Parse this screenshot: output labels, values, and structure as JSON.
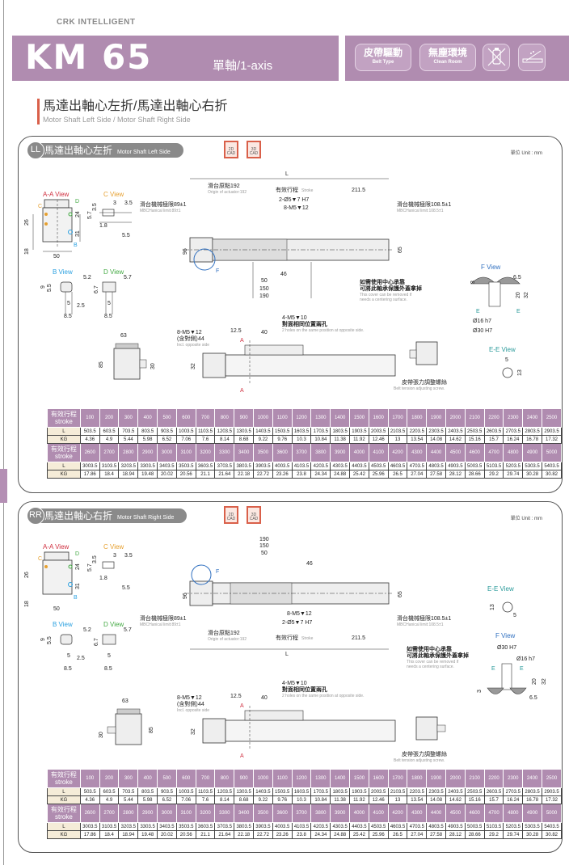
{
  "brand": "CRK INTELLIGENT",
  "header": {
    "model": "KM 65",
    "axis": "單軸/1-axis",
    "badges": [
      {
        "zh": "皮帶驅動",
        "en": "Belt Type"
      },
      {
        "zh": "無塵環境",
        "en": "Clean Room"
      },
      {
        "icon": "no-lubrication-icon"
      },
      {
        "icon": "horizontal-mount-icon"
      }
    ]
  },
  "section": {
    "title_zh": "馬達出軸心左折/馬達出軸心右折",
    "title_en": "Motor Shaft Left Side / Motor Shaft Right Side"
  },
  "panels": [
    {
      "code": "LL",
      "title_zh": "馬達出軸心左折",
      "title_en": "Motor Shaft Left Side",
      "cad": [
        "2D CAD",
        "3D CAD"
      ],
      "unit": "單位 Unit : mm"
    },
    {
      "code": "RR",
      "title_zh": "馬達出軸心右折",
      "title_en": "Motor Shaft Right Side",
      "cad": [
        "2D CAD",
        "3D CAD"
      ],
      "unit": "單位 Unit : mm"
    }
  ],
  "drawing": {
    "aa_view": "A-A View",
    "b_view": "B View",
    "c_view": "C View",
    "d_view": "D View",
    "e_view": "E-E View",
    "f_view": "F View",
    "aa_dims": {
      "w": "50",
      "h1": "26",
      "h2": "18",
      "h3": "24",
      "h4": "31",
      "c": "C",
      "d": "D",
      "b": "B"
    },
    "c_dims": {
      "a": "3",
      "b": "3.5",
      "c": "3.5",
      "d": "5.7",
      "e": "1.8",
      "f": "5.5"
    },
    "b_dims": {
      "a": "5.2",
      "b": "9",
      "c": "5.5",
      "d": "5",
      "e": "2.5",
      "f": "8.5"
    },
    "d_dims": {
      "a": "5.7",
      "b": "6.7",
      "c": "5",
      "d": "8.5"
    },
    "L": "L",
    "origin_zh": "滑台原點192",
    "origin_en": "Origin of actuator:192",
    "stroke_zh": "有效行程",
    "stroke_en": "Stroke",
    "dim_2115": "211.5",
    "limit_left_zh": "滑台機械極限89±1",
    "limit_left_en": "MBCHanical limit:89±1",
    "limit_right_zh": "滑台機械極限108.5±1",
    "limit_right_en": "MBCHanical limit:108.5±1",
    "hole1": "2-Ø5▼7 H7",
    "hole2": "8-M5▼12",
    "dim_96": "96",
    "dim_65": "65",
    "dim_46": "46",
    "dim_50": "50",
    "dim_150": "150",
    "dim_190": "190",
    "f_mark": "F",
    "cover_zh1": "如需使用中心承靠",
    "cover_zh2": "可將此軸承保護外蓋拿掉",
    "cover_en1": "This cover can be removed if",
    "cover_en2": "needs a centering surface.",
    "f_dims": {
      "a": "6.5",
      "b": "3",
      "c": "20",
      "d": "32",
      "e": "Ø16 h7",
      "f": "Ø30 H7",
      "E": "E"
    },
    "ee_dims": {
      "a": "5",
      "b": "13"
    },
    "end_dims": {
      "w": "63",
      "h": "85",
      "s": "30"
    },
    "side_note_zh1": "8-M5▼12",
    "side_note_zh2": "(含對側)",
    "side_note_en": "Incl. opposite side",
    "side_dims": {
      "a": "44",
      "b": "32",
      "c": "12.5",
      "d": "40"
    },
    "top_holes_zh1": "4-M5▼10",
    "top_holes_zh2": "對面相同位置兩孔",
    "top_holes_en": "2 holes on the same position at opposite side.",
    "section_mark": "A",
    "tension_zh": "皮帶張力調整螺絲",
    "tension_en": "Belt tension adjusting screw."
  },
  "spec_table": {
    "stroke_label_zh": "有效行程",
    "stroke_label_en": "stroke",
    "L_label": "L",
    "KG_label": "KG",
    "blocks": [
      {
        "stroke": [
          "100",
          "200",
          "300",
          "400",
          "500",
          "600",
          "700",
          "800",
          "900",
          "1000",
          "1100",
          "1200",
          "1300",
          "1400",
          "1500",
          "1600",
          "1700",
          "1800",
          "1900",
          "2000",
          "2100",
          "2200",
          "2300",
          "2400",
          "2500"
        ],
        "L": [
          "503.5",
          "603.5",
          "703.5",
          "803.5",
          "903.5",
          "1003.5",
          "1103.5",
          "1203.5",
          "1303.5",
          "1403.5",
          "1503.5",
          "1603.5",
          "1703.5",
          "1803.5",
          "1903.5",
          "2003.5",
          "2103.5",
          "2203.5",
          "2303.5",
          "2403.5",
          "2503.5",
          "2603.5",
          "2703.5",
          "2803.5",
          "2903.5"
        ],
        "KG": [
          "4.36",
          "4.9",
          "5.44",
          "5.98",
          "6.52",
          "7.06",
          "7.6",
          "8.14",
          "8.68",
          "9.22",
          "9.76",
          "10.3",
          "10.84",
          "11.38",
          "11.92",
          "12.46",
          "13",
          "13.54",
          "14.08",
          "14.62",
          "15.16",
          "15.7",
          "16.24",
          "16.78",
          "17.32"
        ]
      },
      {
        "stroke": [
          "2600",
          "2700",
          "2800",
          "2900",
          "3000",
          "3100",
          "3200",
          "3300",
          "3400",
          "3500",
          "3600",
          "3700",
          "3800",
          "3900",
          "4000",
          "4100",
          "4200",
          "4300",
          "4400",
          "4500",
          "4600",
          "4700",
          "4800",
          "4900",
          "5000"
        ],
        "L": [
          "3003.5",
          "3103.5",
          "3203.5",
          "3303.5",
          "3403.5",
          "3503.5",
          "3603.5",
          "3703.5",
          "3803.5",
          "3903.5",
          "4003.5",
          "4103.5",
          "4203.5",
          "4303.5",
          "4403.5",
          "4503.5",
          "4603.5",
          "4703.5",
          "4803.5",
          "4903.5",
          "5003.5",
          "5103.5",
          "5203.5",
          "5303.5",
          "5403.5"
        ],
        "KG": [
          "17.86",
          "18.4",
          "18.94",
          "19.48",
          "20.02",
          "20.56",
          "21.1",
          "21.64",
          "22.18",
          "22.72",
          "23.26",
          "23.8",
          "24.34",
          "24.88",
          "25.42",
          "25.96",
          "26.5",
          "27.04",
          "27.58",
          "28.12",
          "28.66",
          "29.2",
          "29.74",
          "30.28",
          "30.82"
        ]
      }
    ]
  }
}
